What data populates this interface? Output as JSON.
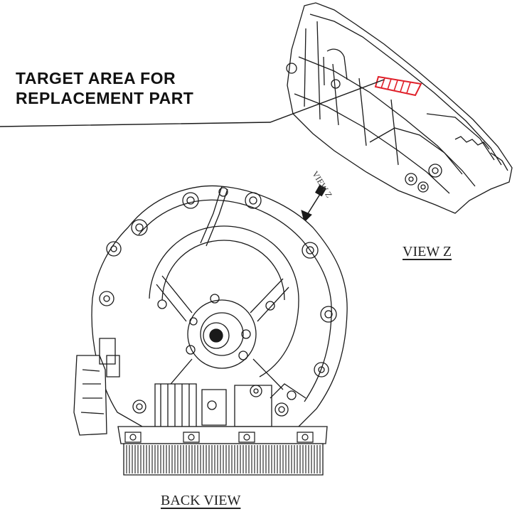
{
  "callout": {
    "line1": "TARGET AREA FOR",
    "line2": "REPLACEMENT PART"
  },
  "labels": {
    "view_z_arrow": "VIEW Z",
    "view_z_caption": "VIEW Z",
    "back_view_caption": "BACK VIEW"
  },
  "colors": {
    "line": "#1a1a1a",
    "target_highlight": "#e0202a",
    "background": "#ffffff"
  }
}
